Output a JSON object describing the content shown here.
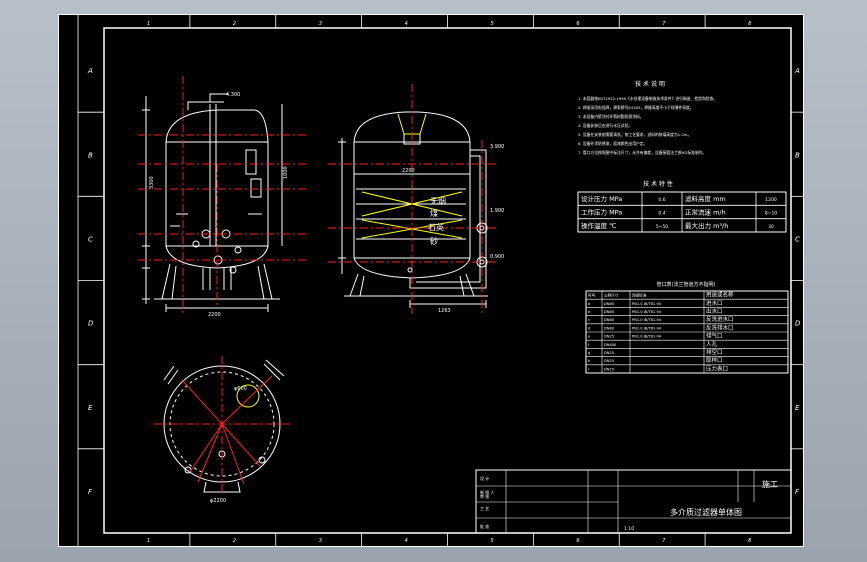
{
  "border": {
    "rows": [
      "A",
      "B",
      "C",
      "D",
      "E",
      "F"
    ],
    "cols": [
      "1",
      "2",
      "3",
      "4",
      "5",
      "6",
      "7",
      "8"
    ]
  },
  "tech_notes": {
    "title": "技 术 说 明",
    "lines": [
      "1. 本容器按JB/T2932-1999《水处理设备制造技术条件》进行制造、检验和验收。",
      "2. 焊接采用电弧焊，焊条牌号E4303，焊缝高度不小于较薄件厚度。",
      "3. 本设备内壁涂衬环氧树脂防腐涂料。",
      "4. 设备安装后应进行水压试验。",
      "5. 设备在安装前需要清洗，按工艺要求，滤料的装填高度为1.2m。",
      "6. 设备外涂防锈漆，面漆颜色由用户定。",
      "7. 管口方位按照图中标注尺寸，允许有偏差，设备接管法兰按HG标准制作。"
    ]
  },
  "tech_params": {
    "title": "技 术 特 性",
    "rows": [
      [
        "设计压力 MPa",
        "0.6",
        "滤料高度 mm",
        "1200"
      ],
      [
        "工作压力 MPa",
        "0.4",
        "正常流速 m/h",
        "8~10"
      ],
      [
        "操作温度 ℃",
        "5~50",
        "最大出力 m³/h",
        "30"
      ]
    ]
  },
  "nozzle_table": {
    "title": "管口表(法兰管道方不指明)",
    "header": [
      "符号",
      "公称尺寸",
      "连接标准",
      "用途或名称"
    ],
    "rows": [
      [
        "a",
        "DN80",
        "PN1.0  JB/T81-94",
        "进水口"
      ],
      [
        "b",
        "DN80",
        "PN1.0  JB/T81-94",
        "出水口"
      ],
      [
        "c",
        "DN80",
        "PN1.0  JB/T81-94",
        "反洗进水口"
      ],
      [
        "d",
        "DN80",
        "PN1.0  JB/T81-94",
        "反洗排水口"
      ],
      [
        "e",
        "DN25",
        "PN1.0  JB/T81-94",
        "排气口"
      ],
      [
        "f",
        "DN400",
        "",
        "人孔"
      ],
      [
        "g",
        "DN25",
        "",
        "排空口"
      ],
      [
        "h",
        "DN25",
        "",
        "取样口"
      ],
      [
        "i",
        "DN15",
        "",
        "压力表口"
      ]
    ]
  },
  "title_block": {
    "stage": "施工",
    "drawing_title": "多介质过滤器单体图",
    "scale": "1:10",
    "rows": [
      "设 计",
      "制 图 人",
      "审 核",
      "工 艺",
      "批 准"
    ]
  },
  "front_view": {
    "filter_labels": [
      "无烟",
      "煤",
      "石英",
      "砂"
    ],
    "dims": [
      "2200",
      "3300",
      "1000"
    ],
    "elev": "4.300"
  },
  "side_view": {
    "dims": [
      "2200",
      "1263"
    ],
    "elev_top": "3.900",
    "elev_mid": "1.900",
    "elev_low": "0.900"
  },
  "plan_view": {
    "dims": [
      "φ600",
      "φ2200"
    ]
  },
  "colors": {
    "bg": "#000000",
    "line": "#ffffff",
    "center": "#ff2020",
    "accent": "#ffff00",
    "frame": "#aeb6c0"
  }
}
